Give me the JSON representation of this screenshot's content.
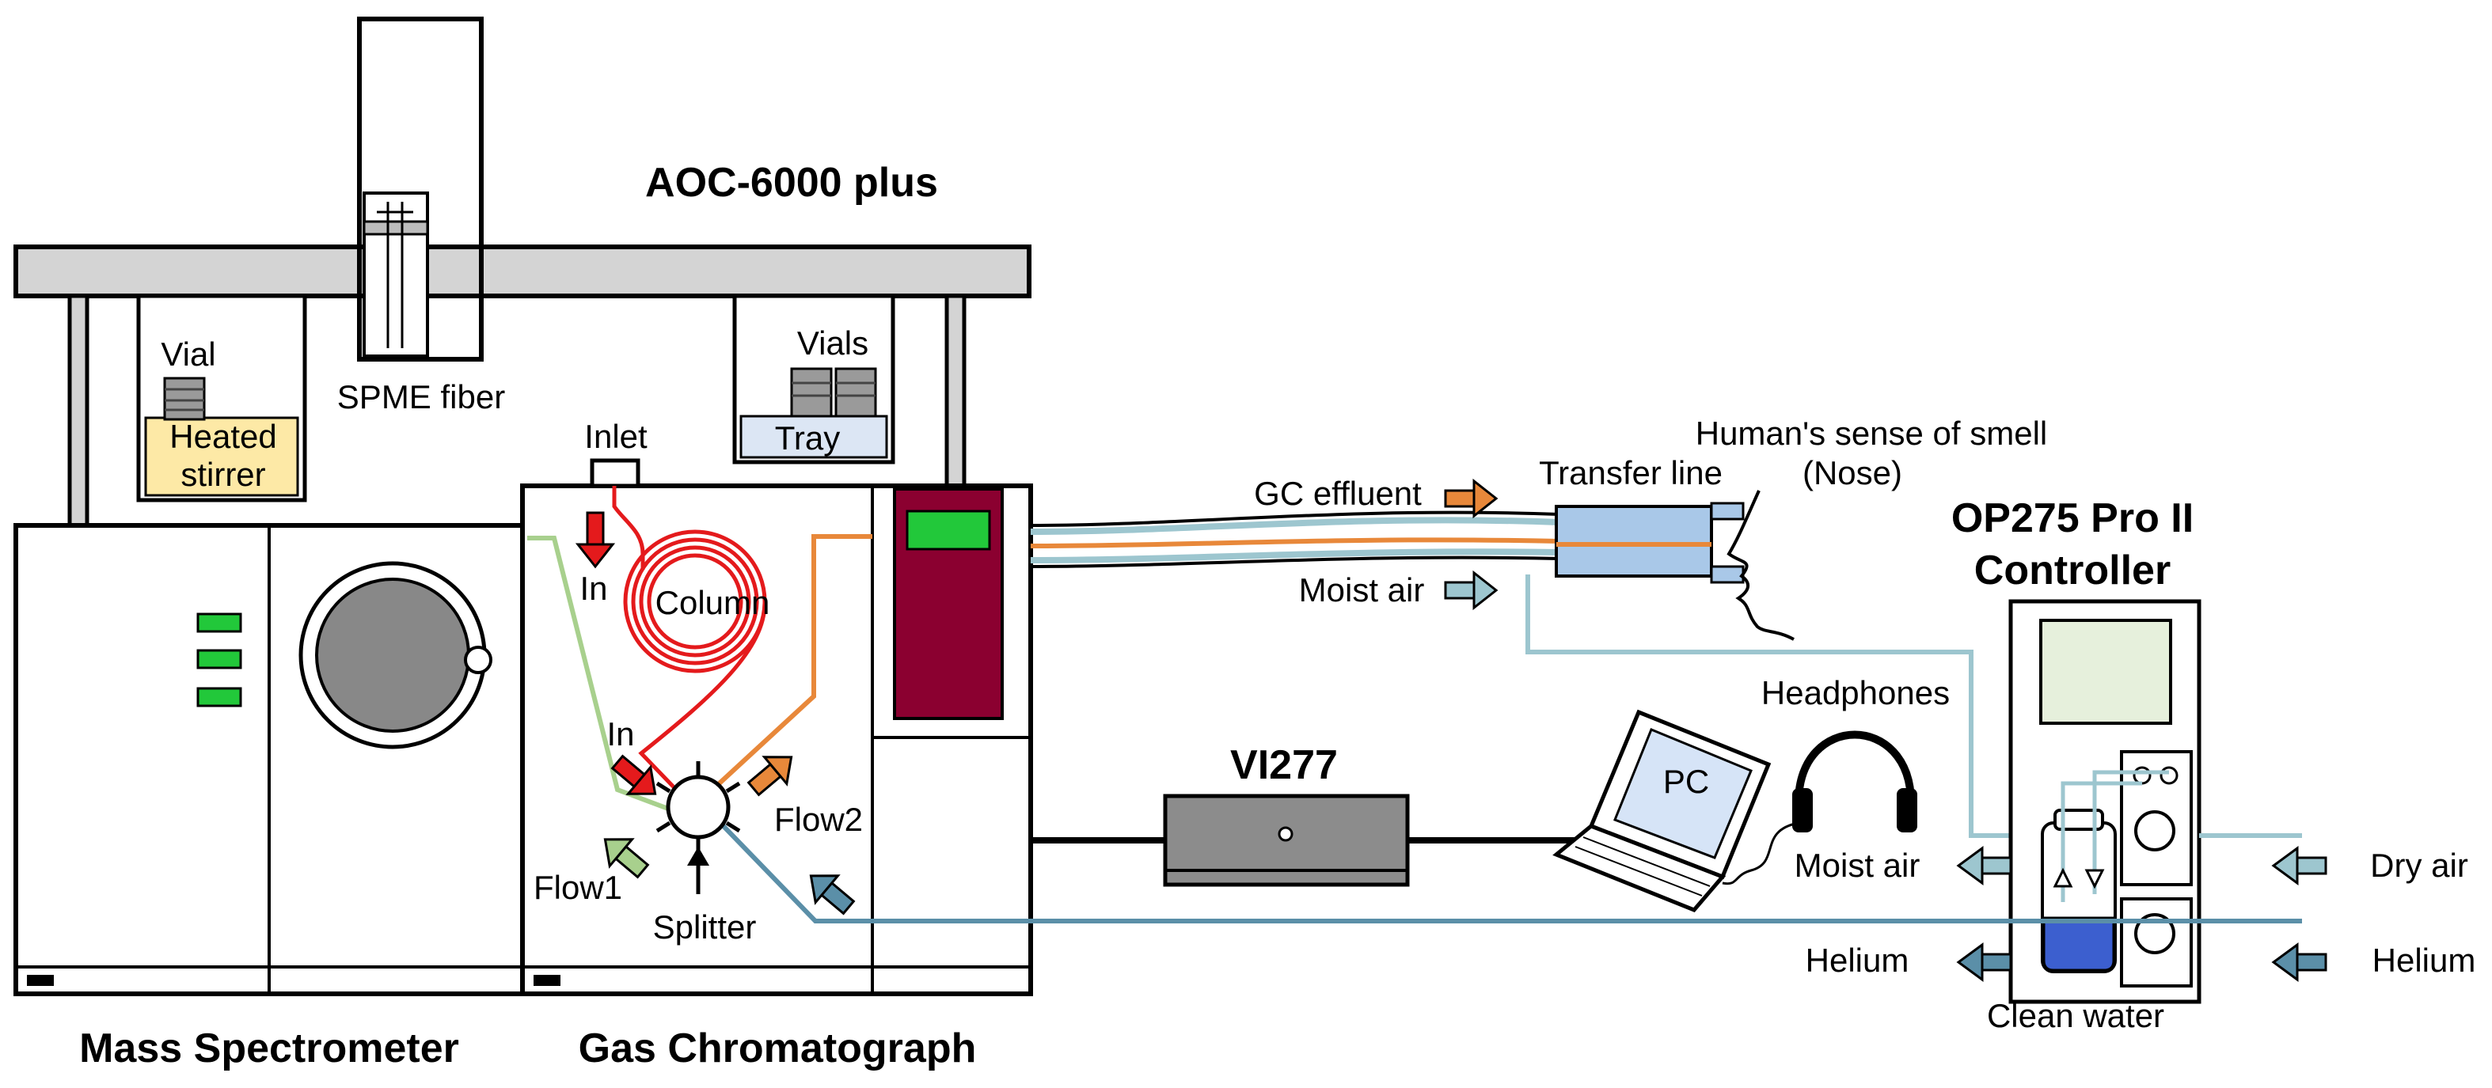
{
  "labels": {
    "autosampler": "AOC-6000 plus",
    "vial": "Vial",
    "heated_stirrer_line1": "Heated",
    "heated_stirrer_line2": "stirrer",
    "spme_fiber": "SPME fiber",
    "vials": "Vials",
    "tray": "Tray",
    "inlet": "Inlet",
    "in_top": "In",
    "column": "Column",
    "in_bottom": "In",
    "flow1": "Flow1",
    "flow2": "Flow2",
    "splitter": "Splitter",
    "mass_spectrometer": "Mass Spectrometer",
    "gas_chromatograph": "Gas Chromatograph",
    "gc_effluent": "GC effluent",
    "moist_air_top": "Moist air",
    "transfer_line": "Transfer line",
    "human_sense_line1": "Human's sense of smell",
    "human_sense_line2": "(Nose)",
    "controller_line1": "OP275 Pro II",
    "controller_line2": "Controller",
    "vi277": "VI277",
    "pc": "PC",
    "headphones": "Headphones",
    "moist_air_bottom": "Moist air",
    "dry_air": "Dry air",
    "helium_left": "Helium",
    "helium_right": "Helium",
    "clean_water": "Clean water"
  },
  "colors": {
    "column_red": "#e41a1c",
    "flow_orange": "#e8883a",
    "flow1_green": "#a8d08d",
    "helium_blue": "#5b8fa8",
    "air_light_blue": "#9dc6cf",
    "display_green": "#22c83a",
    "gc_dark_red": "#8b0030",
    "stirrer_yellow": "#fde9a6",
    "tray_blue": "#dce6f4",
    "water_blue": "#3c5fcf",
    "vi277_gray": "#8c8c8c"
  }
}
